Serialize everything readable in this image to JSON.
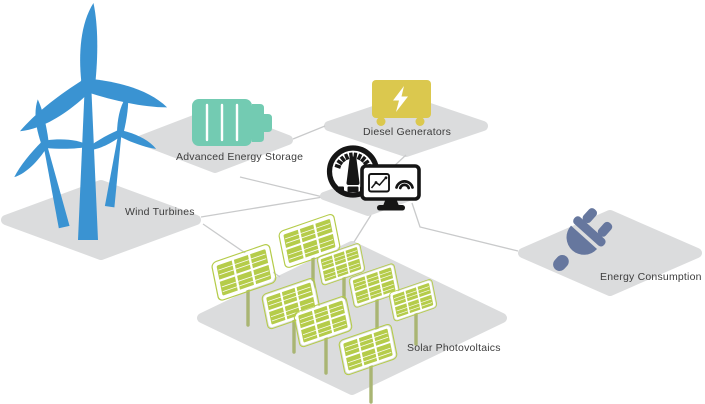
{
  "diagram": {
    "type": "isometric-energy-microgrid",
    "background": "#ffffff",
    "platform_color": "#dbdcdd",
    "connector_color": "#c9cacb",
    "label_color": "#3d3d3d"
  },
  "nodes": [
    {
      "id": "wind-turbines",
      "label": "Wind Turbines",
      "icon": "wind-turbine-icon",
      "color": "#3a93d2"
    },
    {
      "id": "advanced-energy-storage",
      "label": "Advanced Energy Storage",
      "icon": "battery-icon",
      "color": "#73cbb2"
    },
    {
      "id": "diesel-generators",
      "label": "Diesel Generators",
      "icon": "generator-lightning-icon",
      "color": "#dbc84e"
    },
    {
      "id": "solar-photovoltaics",
      "label": "Solar Photovoltaics",
      "icon": "solar-panel-icon",
      "color": "#b5cc4a"
    },
    {
      "id": "energy-consumption",
      "label": "Energy Consumption",
      "icon": "power-plug-icon",
      "color": "#66779e"
    }
  ],
  "hub": {
    "id": "monitoring-control-hub",
    "icons": [
      "gauge-icon",
      "monitor-chart-icon",
      "wireless-arcs-icon"
    ],
    "color": "#151515"
  }
}
